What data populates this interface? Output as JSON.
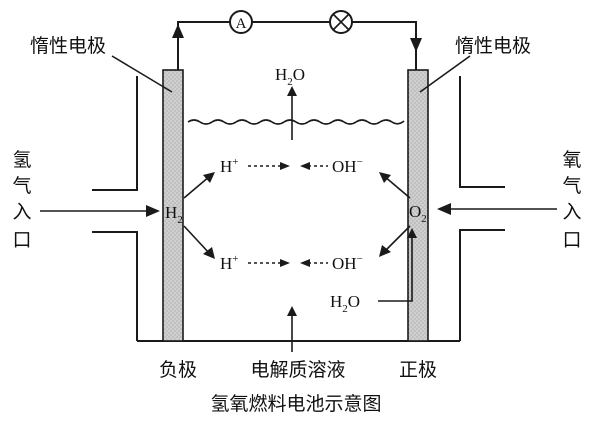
{
  "labels": {
    "anode_electrode": "惰性电极",
    "cathode_electrode": "惰性电极",
    "hydrogen_inlet": [
      "氢",
      "气",
      "入",
      "口"
    ],
    "oxygen_inlet": [
      "氧",
      "气",
      "入",
      "口"
    ],
    "negative_pole": "负极",
    "electrolyte": "电解质溶液",
    "positive_pole": "正极",
    "caption": "氢氧燃料电池示意图",
    "ammeter": "A"
  },
  "species": {
    "h2": {
      "base": "H",
      "sub": "2"
    },
    "o2": {
      "base": "O",
      "sub": "2"
    },
    "h_plus_top": {
      "base": "H",
      "sup": "+"
    },
    "h_plus_bottom": {
      "base": "H",
      "sup": "+"
    },
    "oh_minus_top": {
      "base": "OH",
      "sup": "−"
    },
    "oh_minus_bottom": {
      "base": "OH",
      "sup": "−"
    },
    "water_top": {
      "base": "H",
      "sub": "2",
      "tail": "O"
    },
    "water_bottom": {
      "base": "H",
      "sub": "2",
      "tail": "O"
    }
  },
  "colors": {
    "line": "#1a1a1a",
    "electrode_fill": "#d6d6d6",
    "text": "#111111",
    "background": "#ffffff"
  },
  "icons": {
    "ammeter": "ammeter-icon",
    "lamp": "lamp-icon"
  }
}
